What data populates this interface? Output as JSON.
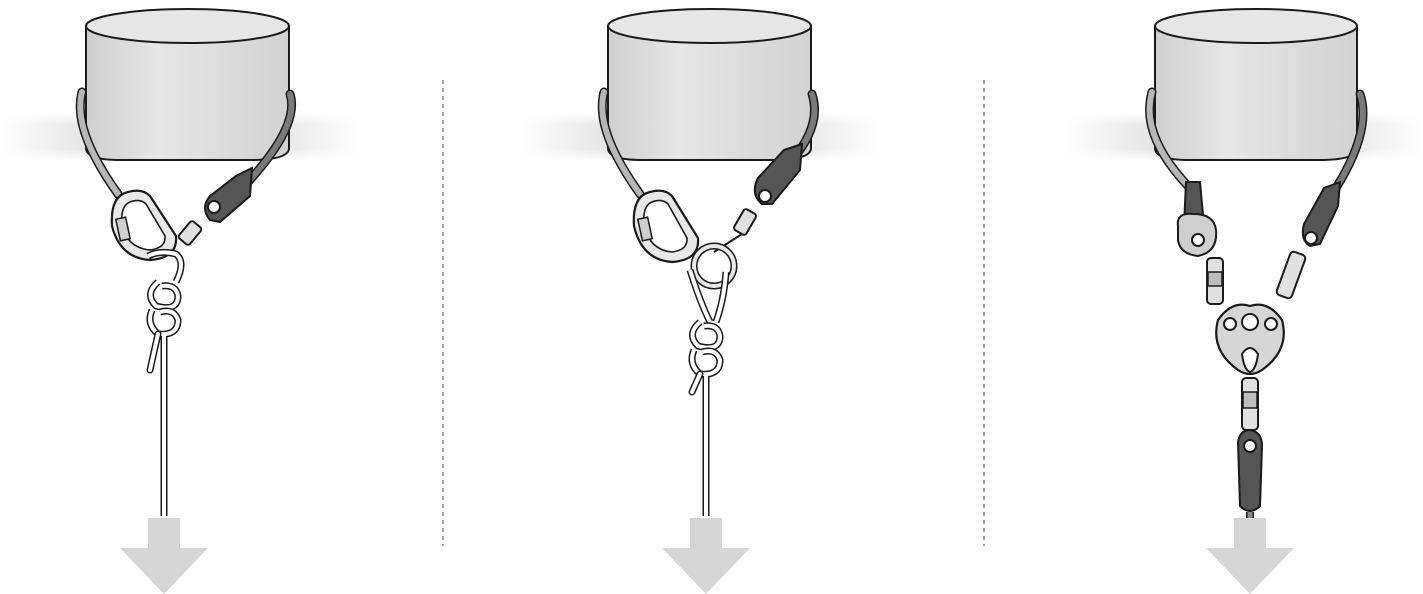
{
  "figure": {
    "panels": [
      {
        "id": "panel-1",
        "configuration": "carabiner-direct-to-knot"
      },
      {
        "id": "panel-2",
        "configuration": "carabiner-with-ring-and-knot"
      },
      {
        "id": "panel-3",
        "configuration": "rigging-plate-with-adjustable-lanyard"
      }
    ],
    "separators": 2,
    "load_direction": "down",
    "colors": {
      "anchor_fill": "#dddddd",
      "beam_fill": "#e2e2e2",
      "outline": "#1a1a1a",
      "sling": "#a9a9a9",
      "sling_dark": "#6e6e6e",
      "metal": "#d9d9d9",
      "dark_part": "#555555",
      "arrow": "#d6d6d6",
      "separator": "#6b6b6b"
    }
  }
}
